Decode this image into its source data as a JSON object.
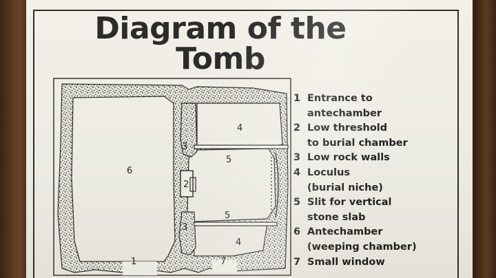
{
  "title": "Diagram of the Tomb",
  "plan_labels": {
    "entrance": "1",
    "threshold": "2",
    "rock_wall_top": "3",
    "rock_wall_bottom": "3",
    "loculus_top": "4",
    "loculus_bottom": "4",
    "slit_top": "5",
    "slit_bottom": "5",
    "antechamber": "6",
    "window": "7"
  },
  "legend": [
    {
      "num": "1",
      "text": "Entrance to\nantechamber"
    },
    {
      "num": "2",
      "text": "Low threshold\nto burial chamber"
    },
    {
      "num": "3",
      "text": "Low rock walls"
    },
    {
      "num": "4",
      "text": "Loculus\n(burial niche)"
    },
    {
      "num": "5",
      "text": "Slit for vertical\nstone slab"
    },
    {
      "num": "6",
      "text": "Antechamber\n(weeping chamber)"
    },
    {
      "num": "7",
      "text": "Small window"
    }
  ]
}
